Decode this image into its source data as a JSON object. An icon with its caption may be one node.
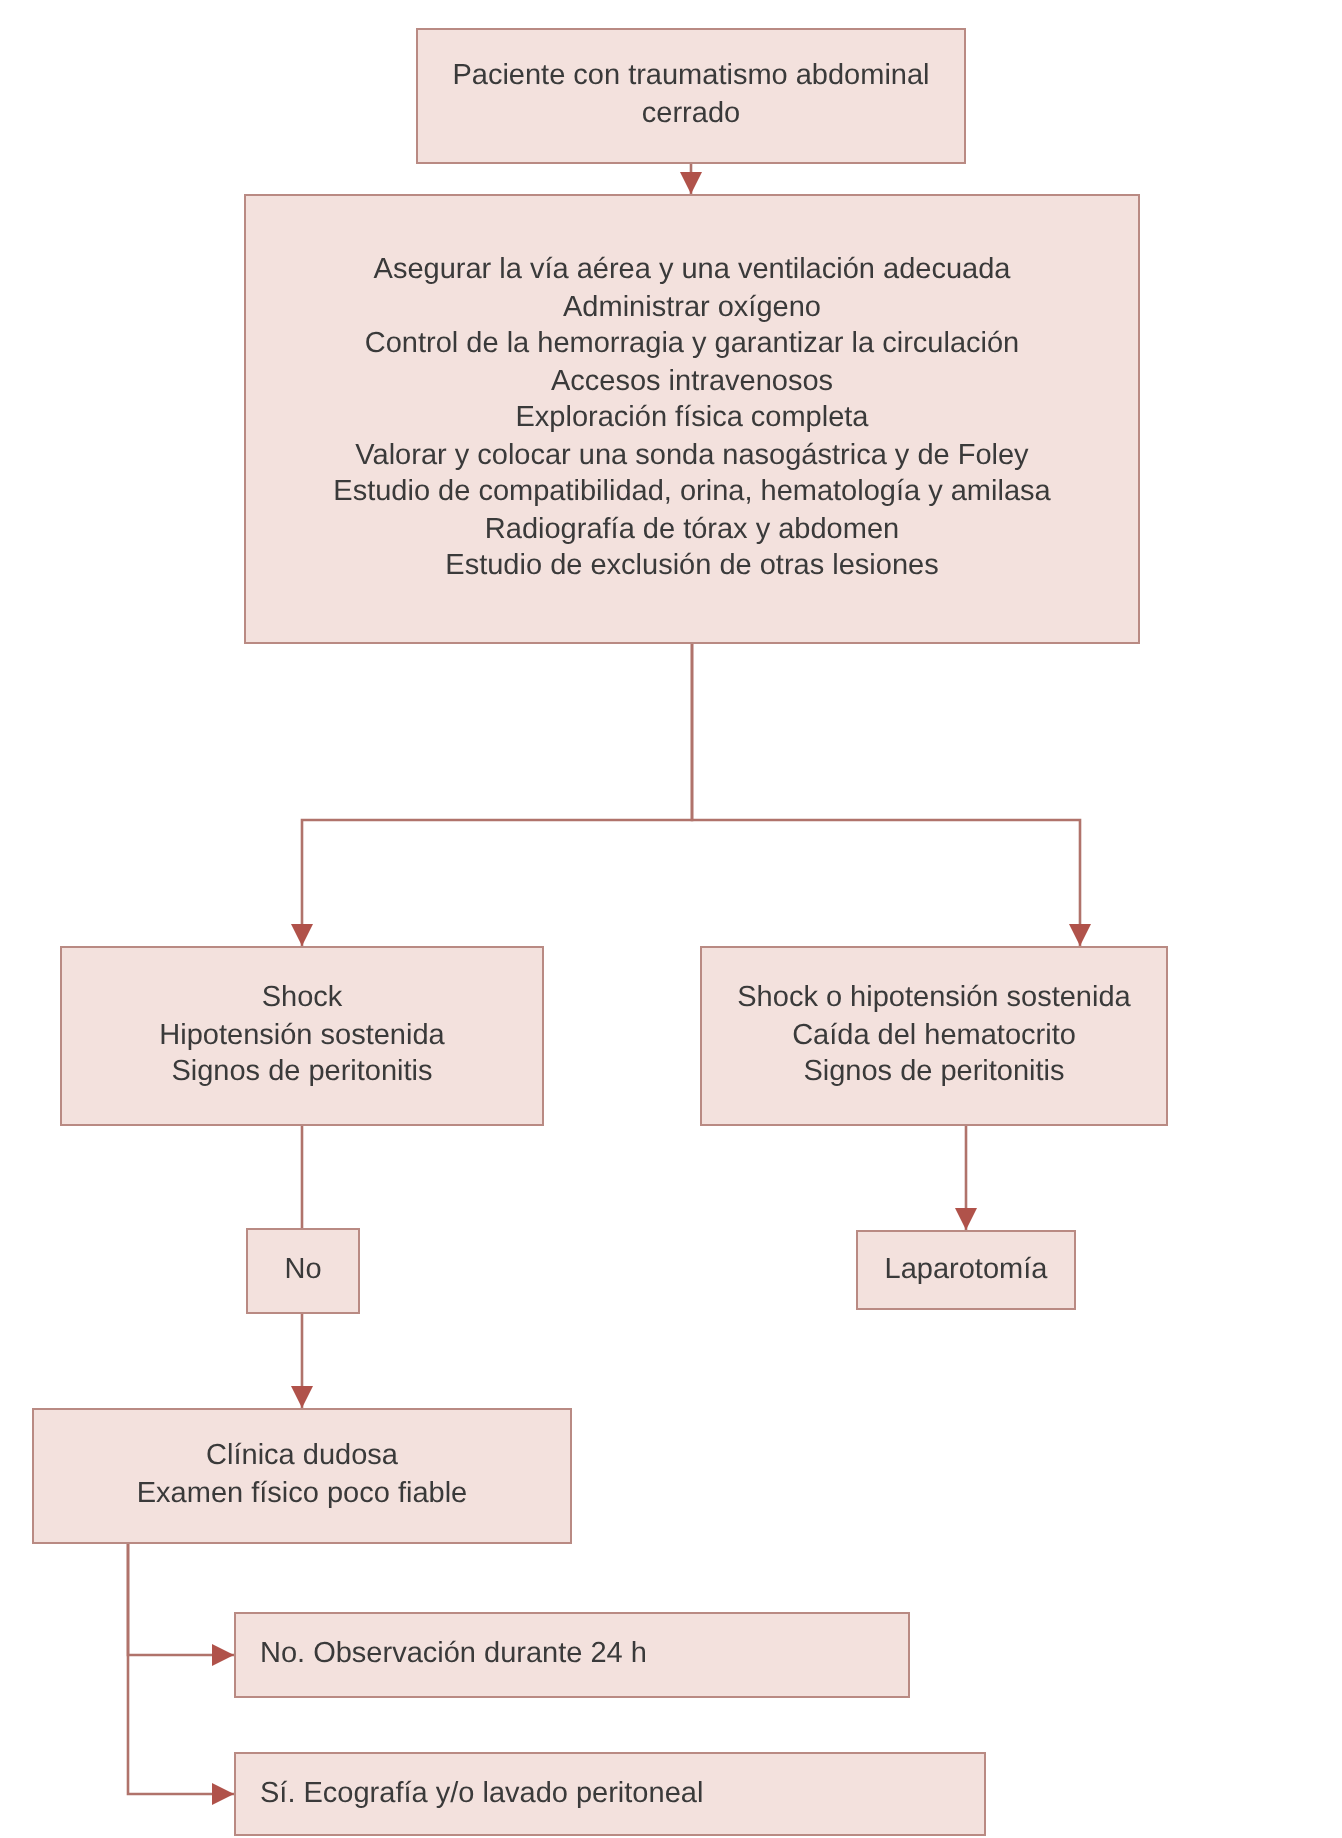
{
  "diagram": {
    "nodes": [
      {
        "text": [
          "Paciente con traumatismo abdominal cerrado"
        ]
      },
      {
        "text": [
          "Asegurar la vía aérea y una ventilación adecuada",
          "Administrar oxígeno",
          "Control de la hemorragia y garantizar la circulación",
          "Accesos intravenosos",
          "Exploración física completa",
          "Valorar y colocar una sonda nasogástrica y de Foley",
          "Estudio de compatibilidad, orina, hematología y amilasa",
          "Radiografía de tórax y abdomen",
          "Estudio de exclusión de otras lesiones"
        ]
      },
      {
        "text": [
          "Shock",
          "Hipotensión sostenida",
          "Signos de peritonitis"
        ]
      },
      {
        "text": [
          "Shock o hipotensión sostenida",
          "Caída del hematocrito",
          "Signos de peritonitis"
        ]
      },
      {
        "text": [
          "No"
        ]
      },
      {
        "text": [
          "Laparotomía"
        ]
      },
      {
        "text": [
          "Clínica dudosa",
          "Examen físico poco fiable"
        ]
      },
      {
        "text": [
          "No. Observación durante 24 h"
        ]
      },
      {
        "text": [
          "Sí. Ecografía y/o lavado peritoneal"
        ]
      }
    ],
    "edges": [
      {
        "from": 0,
        "to": 1,
        "arrow": "to"
      },
      {
        "from": 1,
        "to": 2,
        "arrow": "to"
      },
      {
        "from": 1,
        "to": 3,
        "arrow": "to"
      },
      {
        "from": 2,
        "to": 4,
        "arrow": "none"
      },
      {
        "from": 3,
        "to": 5,
        "arrow": "to"
      },
      {
        "from": 4,
        "to": 6,
        "arrow": "to"
      },
      {
        "from": 6,
        "to": 7,
        "arrow": "to"
      },
      {
        "from": 6,
        "to": 8,
        "arrow": "to"
      }
    ]
  }
}
